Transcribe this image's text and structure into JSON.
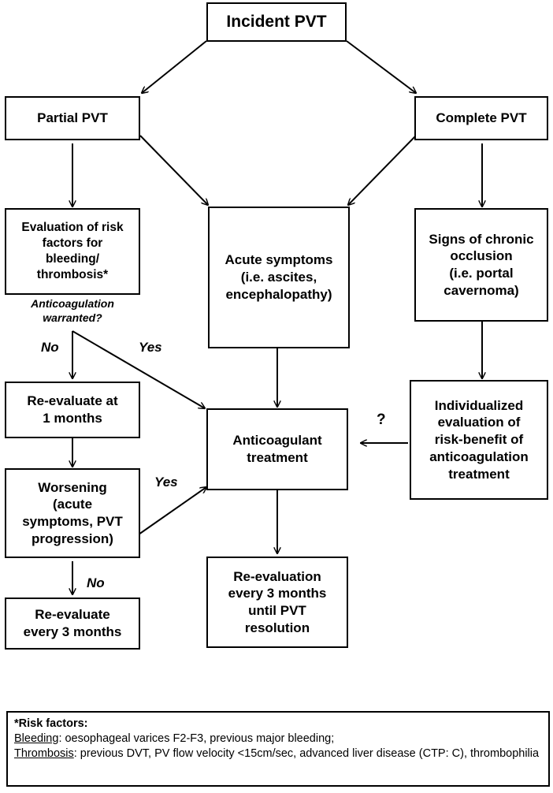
{
  "nodes": {
    "incident": "Incident PVT",
    "partial": "Partial PVT",
    "complete": "Complete PVT",
    "evaluation": [
      "Evaluation of risk",
      "factors for",
      "bleeding/",
      "thrombosis*"
    ],
    "acute": [
      "Acute symptoms",
      "(i.e. ascites,",
      "encephalopathy)"
    ],
    "chronic": [
      "Signs of chronic",
      "occlusion",
      "(i.e. portal",
      "cavernoma)"
    ],
    "reevaluate1": [
      "Re-evaluate at",
      "1 months"
    ],
    "anticoag": [
      "Anticoagulant",
      "treatment"
    ],
    "individualized": [
      "Individualized",
      "evaluation of",
      "risk-benefit of",
      "anticoagulation",
      "treatment"
    ],
    "worsening": [
      "Worsening",
      "(acute",
      "symptoms, PVT",
      "progression)"
    ],
    "reevaluate3": [
      "Re-evaluate",
      "every 3 months"
    ],
    "reevaluation": [
      "Re-evaluation",
      "every 3 months",
      "until PVT",
      "resolution"
    ]
  },
  "question": [
    "Anticoagulation",
    "warranted?"
  ],
  "labels": {
    "no1": "No",
    "yes1": "Yes",
    "yes2": "Yes",
    "no2": "No",
    "q": "?"
  },
  "legend": {
    "title": "*Risk factors:",
    "bleeding_label": "Bleeding",
    "bleeding_text": ": oesophageal varices F2-F3, previous major bleeding;",
    "thrombosis_label": "Thrombosis",
    "thrombosis_text": ": previous DVT, PV flow velocity <15cm/sec, advanced liver disease (CTP: C), thrombophilia"
  }
}
